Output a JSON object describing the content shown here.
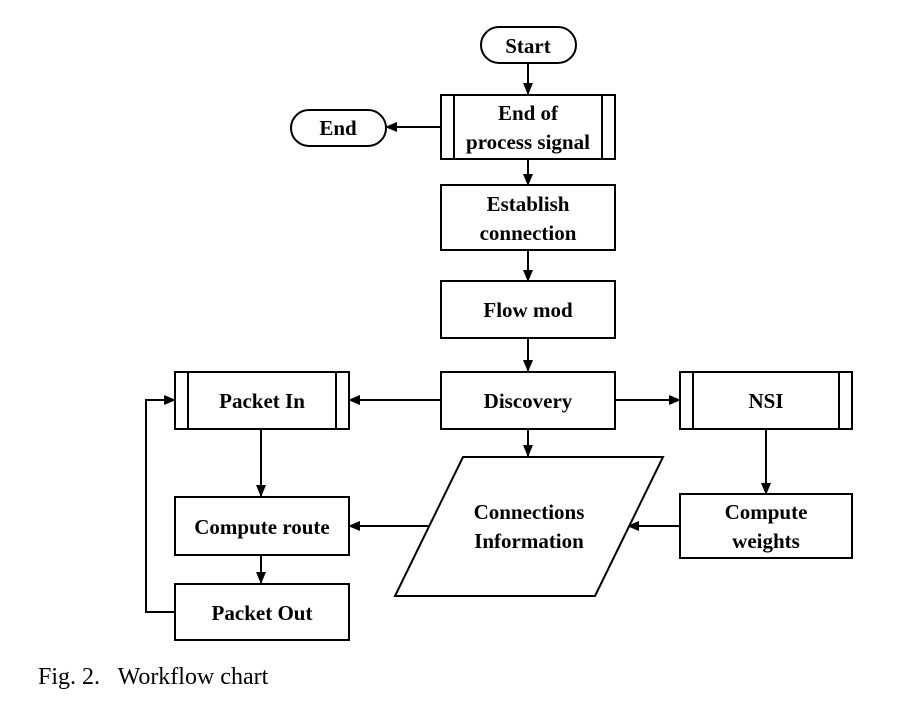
{
  "nodes": {
    "start": {
      "label": "Start"
    },
    "end": {
      "label": "End"
    },
    "end_of_process_signal": {
      "label_lines": [
        "End of",
        "process signal"
      ]
    },
    "establish_connection": {
      "label_lines": [
        "Establish",
        "connection"
      ]
    },
    "flow_mod": {
      "label": "Flow mod"
    },
    "discovery": {
      "label": "Discovery"
    },
    "packet_in": {
      "label": "Packet In"
    },
    "nsi": {
      "label": "NSI"
    },
    "connections_information": {
      "label_lines": [
        "Connections",
        "Information"
      ]
    },
    "compute_route": {
      "label": "Compute route"
    },
    "compute_weights": {
      "label_lines": [
        "Compute",
        "weights"
      ]
    },
    "packet_out": {
      "label": "Packet Out"
    }
  },
  "edges": [
    {
      "from": "start",
      "to": "end_of_process_signal"
    },
    {
      "from": "end_of_process_signal",
      "to": "end"
    },
    {
      "from": "end_of_process_signal",
      "to": "establish_connection"
    },
    {
      "from": "establish_connection",
      "to": "flow_mod"
    },
    {
      "from": "flow_mod",
      "to": "discovery"
    },
    {
      "from": "discovery",
      "to": "packet_in"
    },
    {
      "from": "discovery",
      "to": "nsi"
    },
    {
      "from": "discovery",
      "to": "connections_information"
    },
    {
      "from": "nsi",
      "to": "compute_weights"
    },
    {
      "from": "compute_weights",
      "to": "connections_information"
    },
    {
      "from": "connections_information",
      "to": "compute_route"
    },
    {
      "from": "packet_in",
      "to": "compute_route"
    },
    {
      "from": "compute_route",
      "to": "packet_out"
    },
    {
      "from": "packet_out",
      "to": "packet_in"
    }
  ],
  "caption": "Fig. 2.   Workflow chart"
}
